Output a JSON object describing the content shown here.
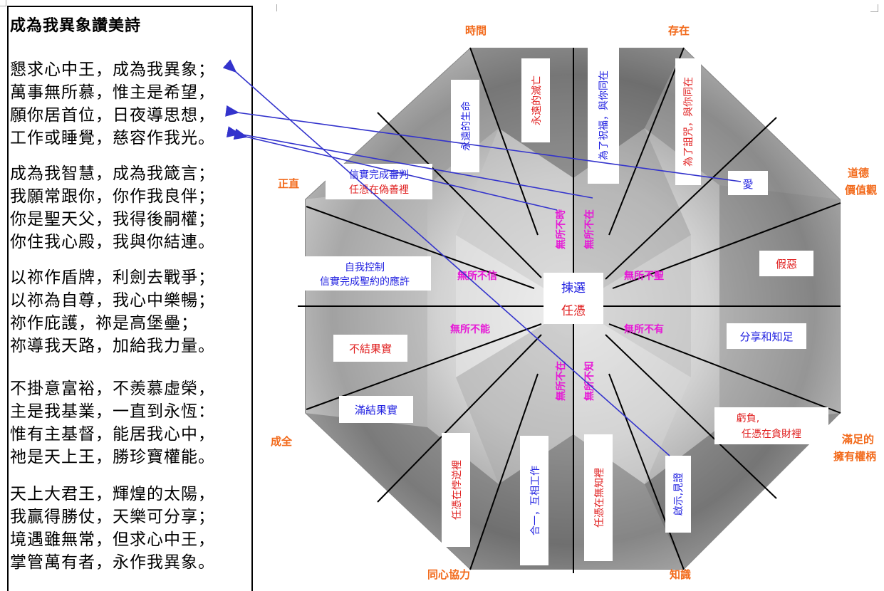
{
  "poem": {
    "title": "成為我異象讚美詩",
    "stanzas": [
      [
        "懇求心中王，成為我異象；",
        "萬事無所慕，惟主是希望，",
        "願你居首位，日夜導思想，",
        "工作或睡覺，慈容作我光。"
      ],
      [
        "成為我智慧，成為我箴言；",
        "我願常跟你，你作我良伴；",
        "你是聖天父，我得後嗣權；",
        "你住我心殿，我與你結連。"
      ],
      [
        "以祢作盾牌，利劍去戰爭；",
        "以祢為自尊，我心中樂暢；",
        "祢作庇護，祢是高堡壘；",
        "祢導我天路，加給我力量。"
      ],
      [
        "不掛意富裕，不羨慕虛榮，",
        "主是我基業，一直到永恆：",
        "惟有主基督，能居我心中，",
        "祂是天上王，勝珍寶權能。"
      ],
      [
        "天上大君王，輝煌的太陽，",
        "我贏得勝仗，天樂可分享；",
        "境遇雖無常，但求心中王，",
        "掌管萬有者，永作我異象。"
      ]
    ]
  },
  "diagram": {
    "center": {
      "line1": "揀選",
      "line2": "任憑"
    },
    "outer_labels": {
      "time": "時間",
      "existence": "存在",
      "righteous": "正直",
      "morals_1": "道德",
      "morals_2": "價值觀",
      "perfection": "成全",
      "satisfied_1": "滿足的",
      "satisfied_2": "擁有權柄",
      "unity": "同心協力",
      "knowledge": "知識"
    },
    "inner_magenta": {
      "all_time": "無所不時",
      "all_present": "無所不在",
      "all_faith": "無所不信",
      "all_holy": "無所不聖",
      "all_able": "無所不能",
      "all_have": "無所不有",
      "all_see": "無所不在",
      "all_know": "無所不知"
    },
    "boxes": {
      "eternal_life": "永遠的生命",
      "eternal_death": "永遠的滅亡",
      "for_blessing": "為了祝福，與你同在",
      "for_curse": "為了詛咒，與你同在",
      "love": "愛",
      "judge_blue": "信實完成審判",
      "judge_red": "任憑在偽善裡",
      "selfcontrol_1": "自我控制",
      "selfcontrol_2": "信實完成聖約的應許",
      "hypocrisy": "假惡",
      "share": "分享和知足",
      "no_fruit": "不結果實",
      "full_fruit": "滿結果實",
      "greed_1": "虧負,",
      "greed_2": "任憑在貪財裡",
      "left_in_rebellion": "任憑在悖逆裡",
      "work_together": "合一，互相工作",
      "left_in_ignorance": "任憑在無知裡",
      "revelation": "啟示,見證"
    },
    "colors": {
      "blue": "#1f1fe0",
      "red": "#e01f1f",
      "orange": "#f26a1b",
      "magenta": "#e619d6",
      "arrow": "#3333cc"
    }
  }
}
